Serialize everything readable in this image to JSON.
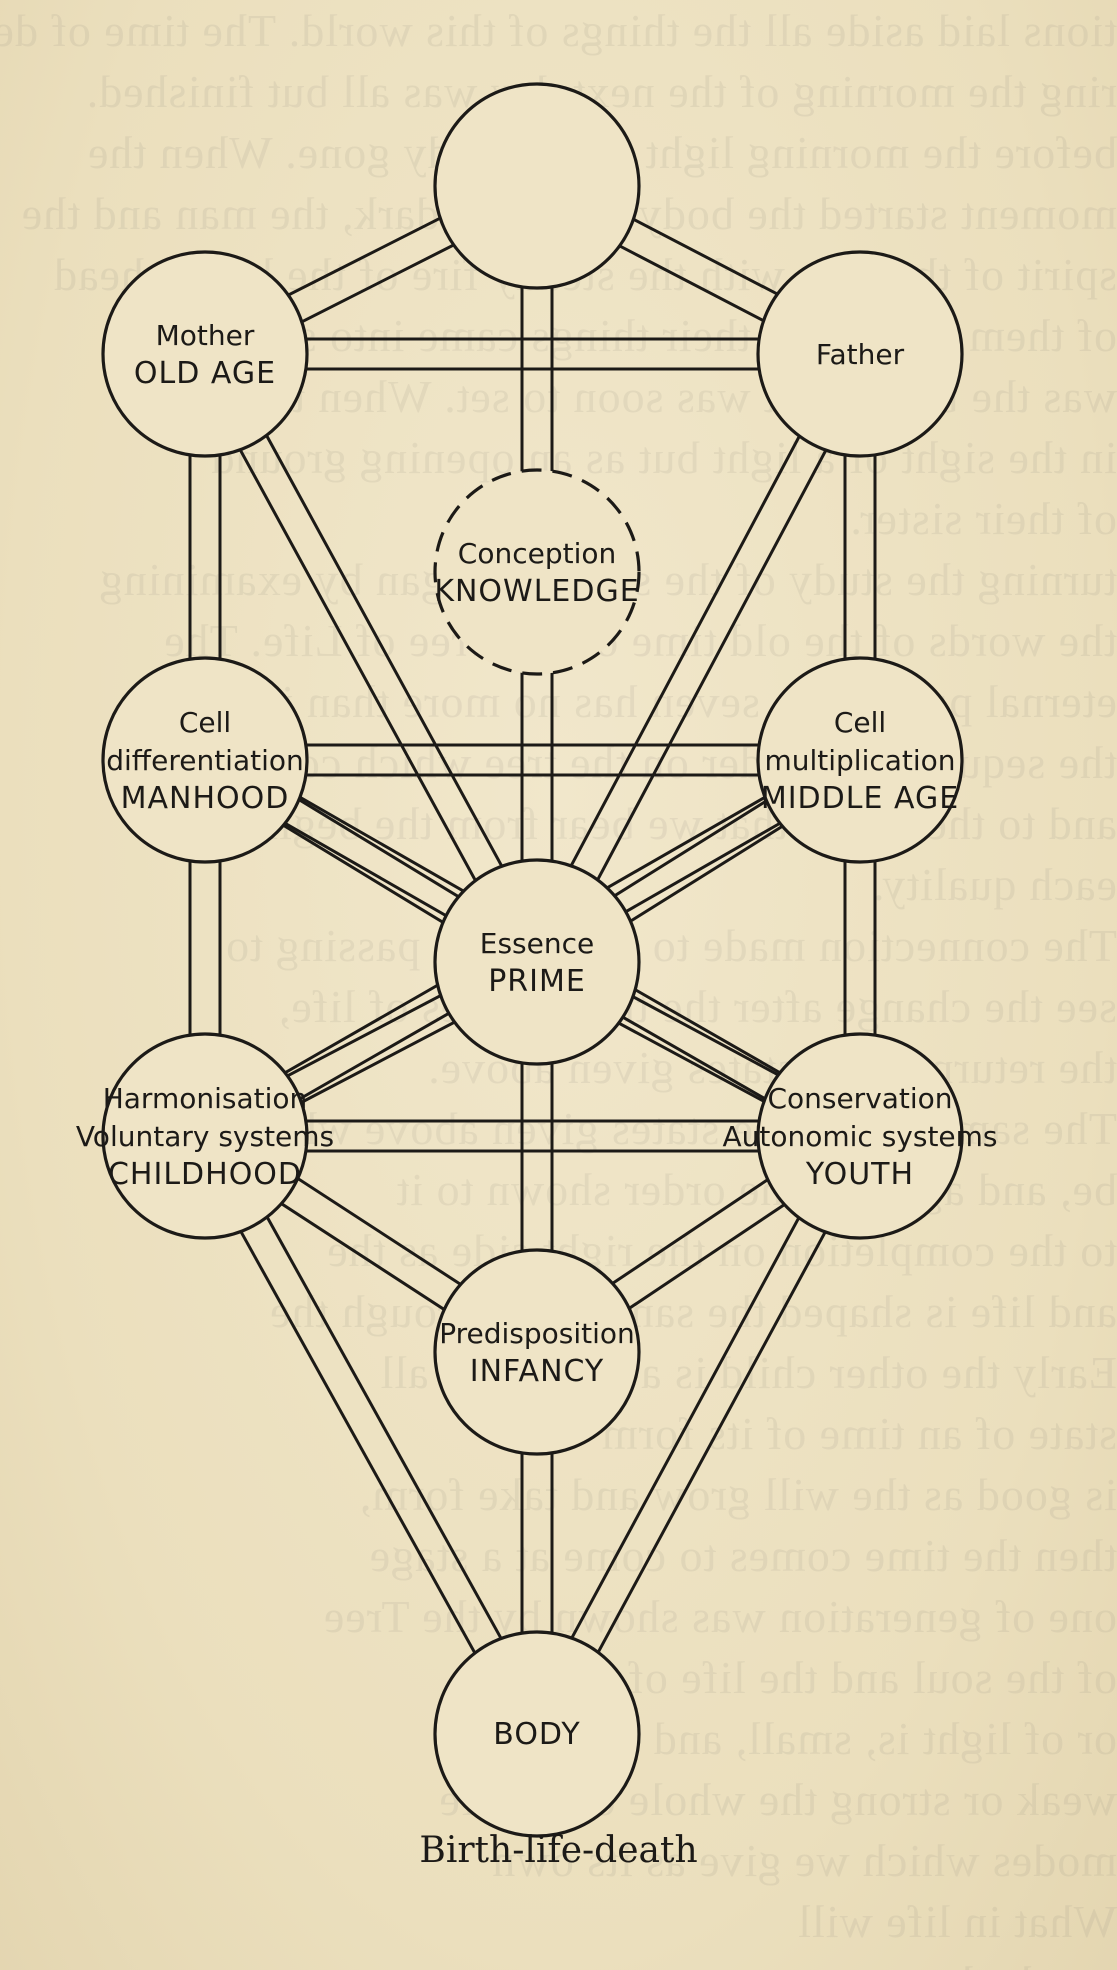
{
  "background_text": [
    "tions laid aside all the things of this world. The time of death",
    "ring the morning of the next day was all but finished.",
    "before the morning light was already gone. When the",
    "moment started the body began its dark, the man and the",
    "spirit of the men with the steady fire of the lamp ahead",
    "of them the last of their things came into sleep, and",
    "was the blood that was soon to set. When the",
    "in the sight of a light but as an opening ground",
    "of their sister.",
    "turning the study of the soul we began by examining",
    "the words of the old time of the Tree of Life. The",
    "eternal part of the seven has no more than its word,",
    "the sequence of order on the tree which connects",
    "and to the world that we bear from the beginning",
    "each quality.",
    "The connection made to that breath passing to",
    "see the change after the three stages of life,",
    "the return to the states given above.",
    "The same life to the states given above which",
    "be, and again in the order shown to it",
    "to the completion on the right side as the",
    "and life is shaped the same way through the",
    "Early the other child is a chance of all",
    "state of an time of its form",
    "is good as the will grow and take form,",
    "then the time comes to come at a stage",
    "one of generation was shown by the Tree",
    "of the soul and the life of the one",
    "or of light is, small, and",
    "weak or strong the whole of its life",
    "modes which we give as its own",
    "What in life will",
    "are the last"
  ],
  "nodes": {
    "top": {
      "lines": []
    },
    "old_age": {
      "lines": [
        "Mother",
        "OLD AGE"
      ]
    },
    "father": {
      "lines": [
        "Father"
      ]
    },
    "knowledge": {
      "lines": [
        "Conception",
        "KNOWLEDGE"
      ]
    },
    "manhood": {
      "lines": [
        "Cell",
        "differentiation",
        "MANHOOD"
      ]
    },
    "middle_age": {
      "lines": [
        "Cell",
        "multiplication",
        "MIDDLE AGE"
      ]
    },
    "prime": {
      "lines": [
        "Essence",
        "PRIME"
      ]
    },
    "childhood": {
      "lines": [
        "Harmonisation",
        "Voluntary systems",
        "CHILDHOOD"
      ]
    },
    "youth": {
      "lines": [
        "Conservation",
        "Autonomic systems",
        "YOUTH"
      ]
    },
    "infancy": {
      "lines": [
        "Predisposition",
        "INFANCY"
      ]
    },
    "body": {
      "lines": [
        "BODY"
      ]
    }
  },
  "caption": "Birth-life-death"
}
